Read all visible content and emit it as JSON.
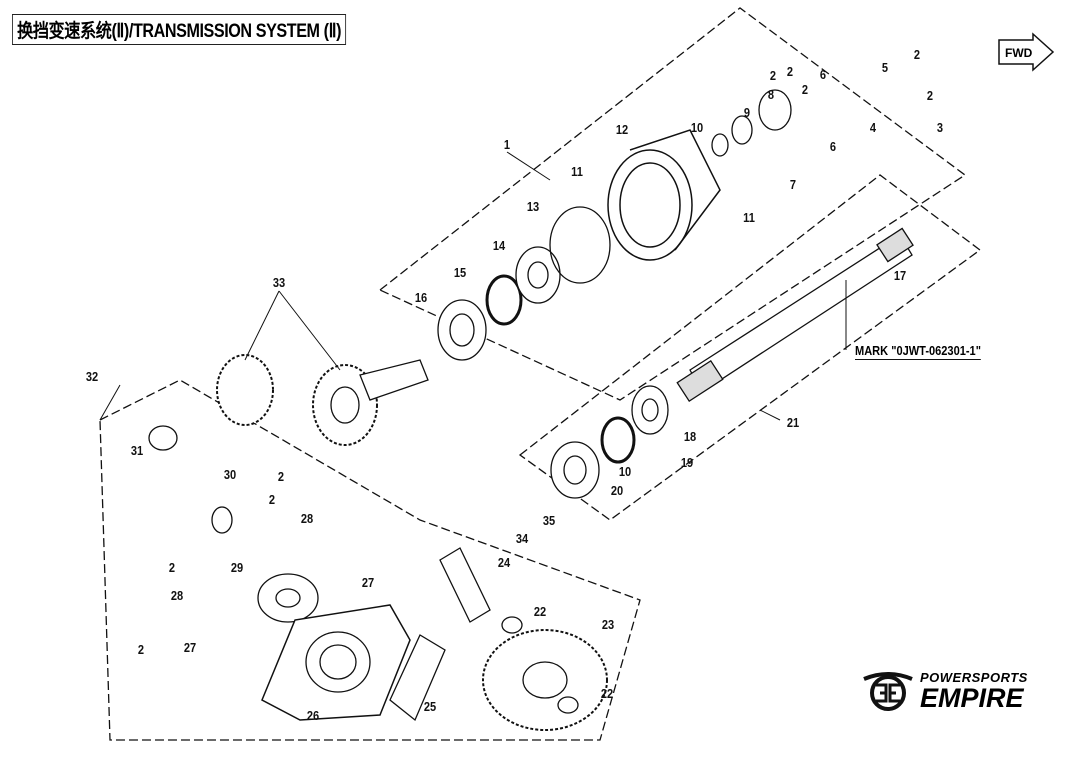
{
  "title": "换挡变速系统(Ⅱ)/TRANSMISSION SYSTEM (Ⅱ)",
  "watermark": "POWERSPORTS EMPIRE",
  "fwd_label": "FWD",
  "mark_label": "MARK \"0JWT-062301-1\"",
  "logo": {
    "line1": "POWERSPORTS",
    "line2": "EMPIRE"
  },
  "callouts": [
    "2",
    "2",
    "2",
    "6",
    "5",
    "2",
    "2",
    "8",
    "9",
    "10",
    "12",
    "4",
    "3",
    "6",
    "7",
    "1",
    "11",
    "11",
    "13",
    "14",
    "15",
    "16",
    "17",
    "33",
    "32",
    "31",
    "30",
    "2",
    "2",
    "28",
    "2",
    "29",
    "27",
    "28",
    "27",
    "2",
    "18",
    "19",
    "10",
    "20",
    "21",
    "35",
    "34",
    "24",
    "22",
    "23",
    "22",
    "25",
    "26"
  ]
}
